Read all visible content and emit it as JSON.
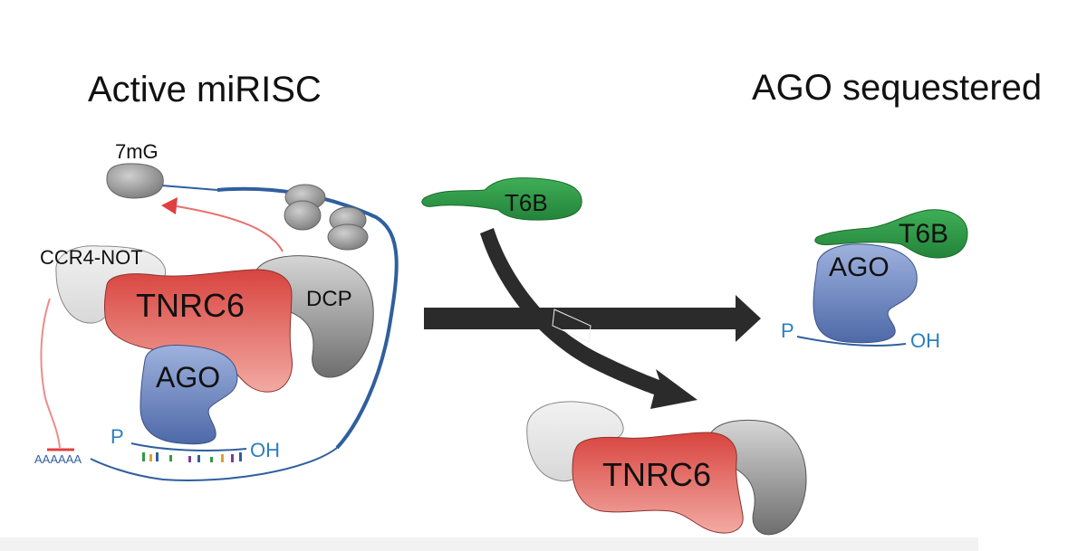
{
  "left_panel": {
    "title": "Active miRISC",
    "cap_label": "7mG",
    "ccr4_label": "CCR4-NOT",
    "tnrc6_label": "TNRC6",
    "dcp_label": "DCP",
    "ago_label": "AGO",
    "p_label": "P",
    "oh_label": "OH",
    "polya_label": "AAAAAA"
  },
  "middle": {
    "t6b_label": "T6B"
  },
  "right_panel": {
    "title": "AGO sequestered",
    "t6b_label": "T6B",
    "ago_label": "AGO",
    "p_label": "P",
    "oh_label": "OH"
  },
  "bottom_complex": {
    "tnrc6_label": "TNRC6"
  },
  "colors": {
    "tnrc6": "#e05a55",
    "ago": "#6b86c2",
    "t6b": "#2e9b45",
    "ribosome": "#9a9a9a",
    "mrna": "#2f5f9e",
    "inhibition": "#e04040",
    "arrow": "#2b2b2b"
  },
  "icons": [
    "ribosome-icon",
    "inhibition-arrow",
    "process-arrow"
  ]
}
